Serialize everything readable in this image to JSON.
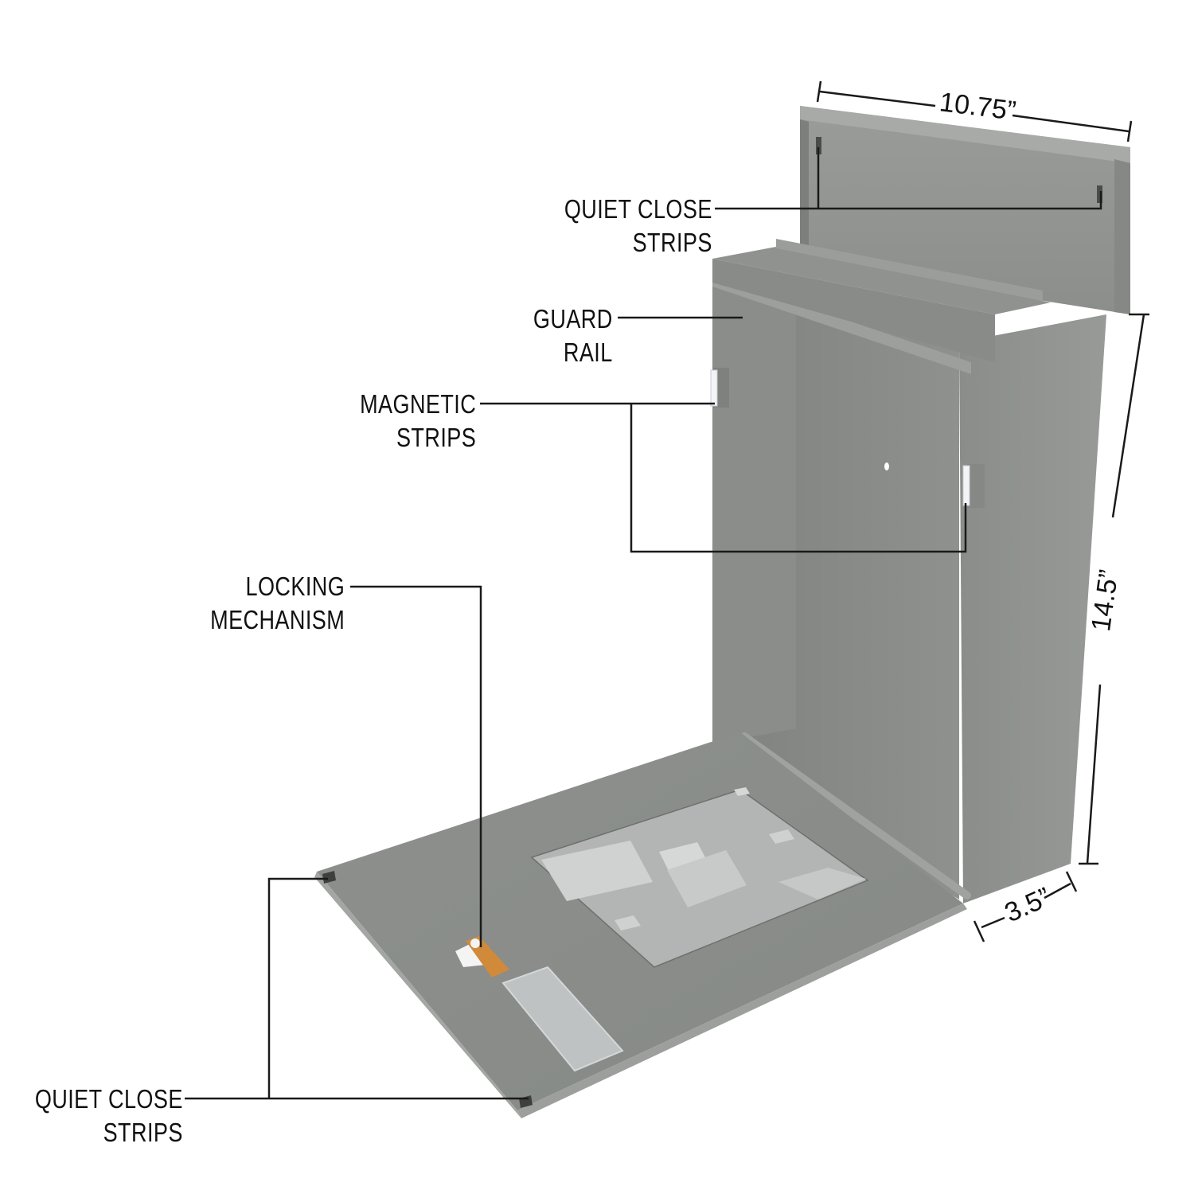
{
  "diagram": {
    "subject": "wall-mount mailbox, open front door",
    "colors": {
      "body": "#8c8f8c",
      "body_light": "#a3a6a3",
      "body_dark": "#747774",
      "door": "#8a8d8a",
      "plate": "#b4b6b6",
      "lock": "#d08a3a",
      "leader_line": "#1a1a1a",
      "text": "#111111"
    }
  },
  "dimensions": {
    "width": "10.75”",
    "height": "14.5”",
    "depth": "3.5”"
  },
  "callouts": [
    {
      "id": "quiet-close-strips-top",
      "line1": "QUIET CLOSE",
      "line2": "STRIPS"
    },
    {
      "id": "guard-rail",
      "line1": "GUARD",
      "line2": "RAIL"
    },
    {
      "id": "magnetic-strips",
      "line1": "MAGNETIC",
      "line2": "STRIPS"
    },
    {
      "id": "locking-mechanism",
      "line1": "LOCKING",
      "line2": "MECHANISM"
    },
    {
      "id": "quiet-close-strips-bottom",
      "line1": "QUIET CLOSE",
      "line2": "STRIPS"
    }
  ]
}
